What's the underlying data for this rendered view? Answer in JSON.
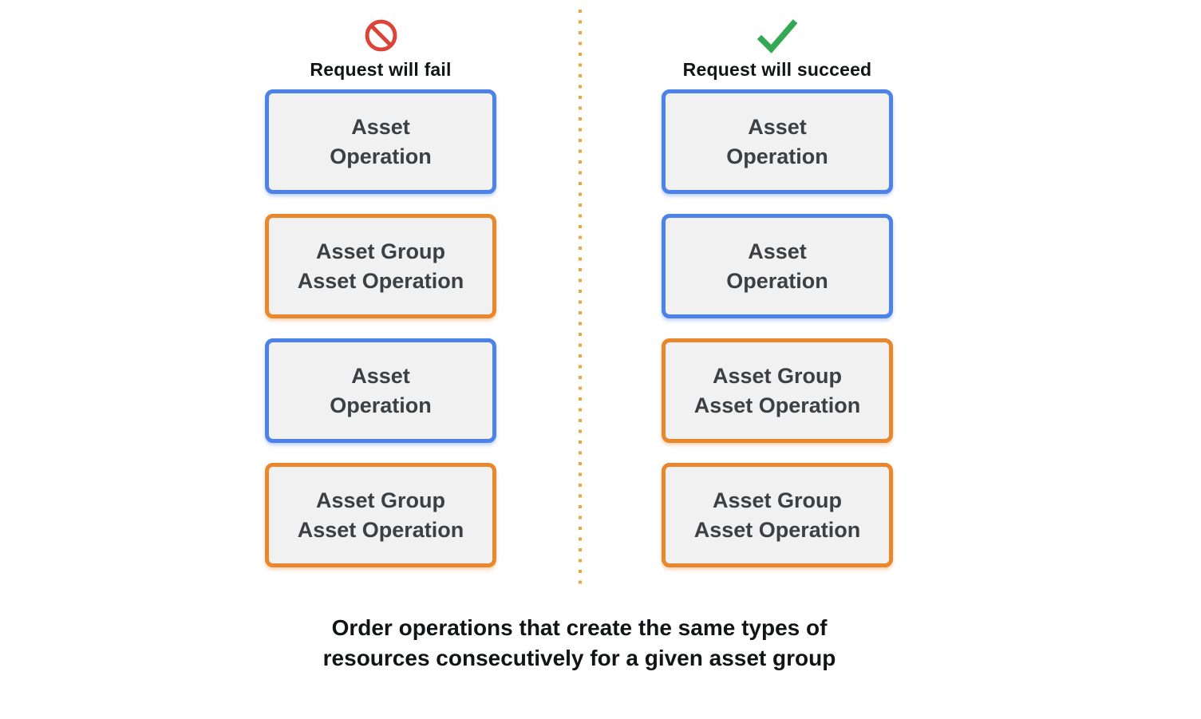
{
  "columns": [
    {
      "id": "fail",
      "icon": "prohibited-icon",
      "label": "Request will fail",
      "boxes": [
        {
          "type": "asset",
          "lines": [
            "Asset",
            "Operation"
          ]
        },
        {
          "type": "asset_group",
          "lines": [
            "Asset Group",
            "Asset Operation"
          ]
        },
        {
          "type": "asset",
          "lines": [
            "Asset",
            "Operation"
          ]
        },
        {
          "type": "asset_group",
          "lines": [
            "Asset Group",
            "Asset Operation"
          ]
        }
      ]
    },
    {
      "id": "succeed",
      "icon": "checkmark-icon",
      "label": "Request will succeed",
      "boxes": [
        {
          "type": "asset",
          "lines": [
            "Asset",
            "Operation"
          ]
        },
        {
          "type": "asset",
          "lines": [
            "Asset",
            "Operation"
          ]
        },
        {
          "type": "asset_group",
          "lines": [
            "Asset Group",
            "Asset Operation"
          ]
        },
        {
          "type": "asset_group",
          "lines": [
            "Asset Group",
            "Asset Operation"
          ]
        }
      ]
    }
  ],
  "caption_lines": [
    "Order operations that create the same types of",
    "resources consecutively for a given asset group"
  ],
  "colors": {
    "asset_border": "#4D82E8",
    "asset_group_border": "#E8872B",
    "box_fill": "#F1F1F1",
    "box_text": "#3C4043",
    "divider_dot": "#EAA642",
    "fail_icon": "#DB4437",
    "success_icon": "#34A853",
    "heading_text": "#121417"
  }
}
